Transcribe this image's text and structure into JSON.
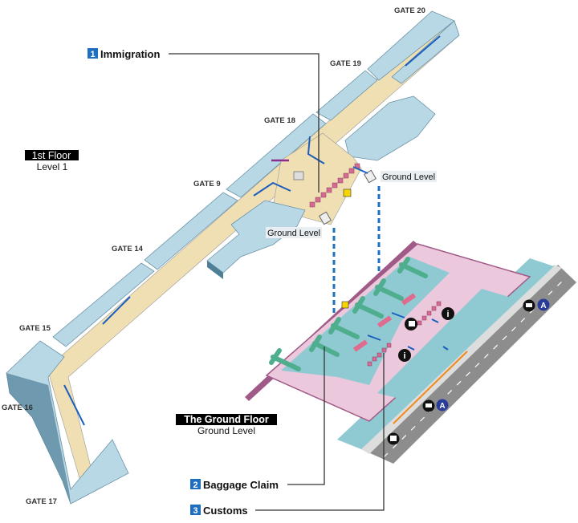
{
  "upper_floor": {
    "title": "1st Floor",
    "subtitle": "Level 1",
    "gates": [
      "GATE 20",
      "GATE 19",
      "GATE 18",
      "GATE 9",
      "GATE 14",
      "GATE 15",
      "GATE 16",
      "GATE 17"
    ],
    "ground_level_labels": [
      "Ground Level",
      "Ground Level"
    ]
  },
  "lower_floor": {
    "title": "The Ground Floor",
    "subtitle": "Ground Level"
  },
  "callouts": [
    {
      "number": "1",
      "label": "Immigration"
    },
    {
      "number": "2",
      "label": "Baggage Claim"
    },
    {
      "number": "3",
      "label": "Customs"
    }
  ],
  "icons": {
    "taxi_letter": "A",
    "info_letter": "i"
  },
  "colors": {
    "building_blue": "#b9d8e6",
    "concourse_beige": "#f1dfb4",
    "arrival_teal": "#8fcad3",
    "wall_magenta": "#a05a87",
    "pink_area": "#ecc8dc",
    "callout_blue": "#1e6fc0",
    "route_orange": "#f08a1c"
  }
}
